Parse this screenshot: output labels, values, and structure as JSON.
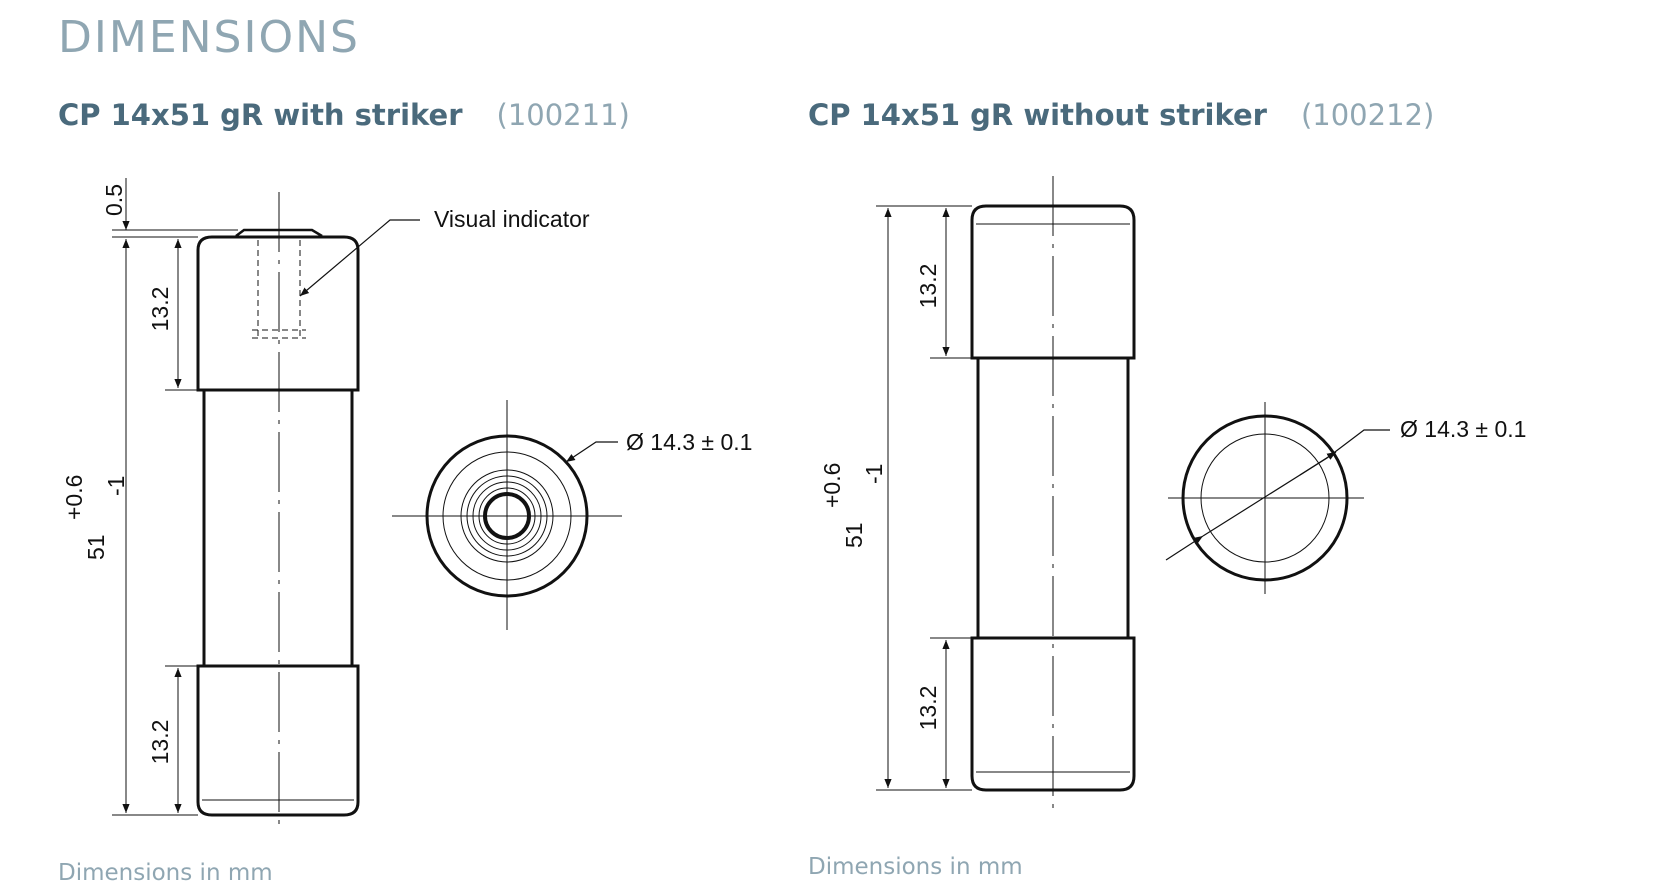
{
  "page": {
    "heading": "DIMENSIONS"
  },
  "left": {
    "title": "CP 14x51 gR with striker",
    "code": "(100211)",
    "labels": {
      "top_offset": "0.5",
      "cap_top_length": "13.2",
      "cap_bottom_length": "13.2",
      "overall_length": "51",
      "tolerance_plus": "+0.6",
      "tolerance_minus": "-1",
      "indicator": "Visual indicator",
      "diameter": "Ø 14.3 ± 0.1"
    },
    "units_note": "Dimensions in mm"
  },
  "right": {
    "title": "CP 14x51 gR without striker",
    "code": "(100212)",
    "labels": {
      "cap_top_length": "13.2",
      "cap_bottom_length": "13.2",
      "overall_length": "51",
      "tolerance_plus": "+0.6",
      "tolerance_minus": "-1",
      "diameter": "Ø 14.3 ± 0.1"
    },
    "units_note": "Dimensions in mm"
  }
}
